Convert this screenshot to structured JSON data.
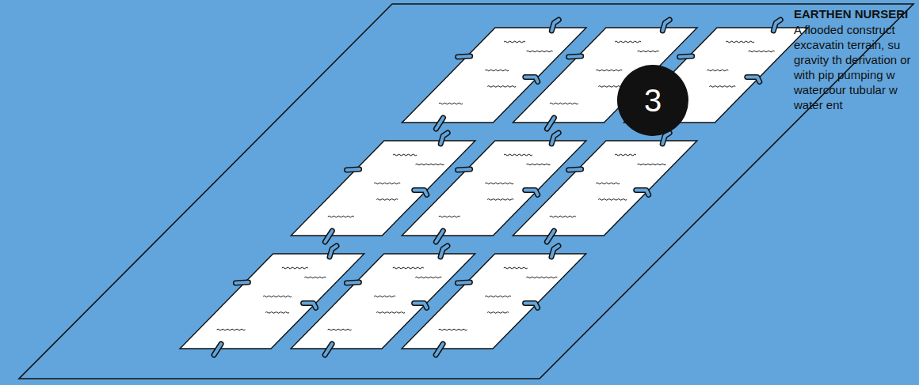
{
  "diagram": {
    "nodes": [
      {
        "text": [
          "3"
        ]
      }
    ],
    "labels": [
      "EARTHEN NURSERI",
      "A flooded construct excavatin terrain, su gravity th derivation or with pip pumping w watercour tubular w water ent"
    ]
  }
}
